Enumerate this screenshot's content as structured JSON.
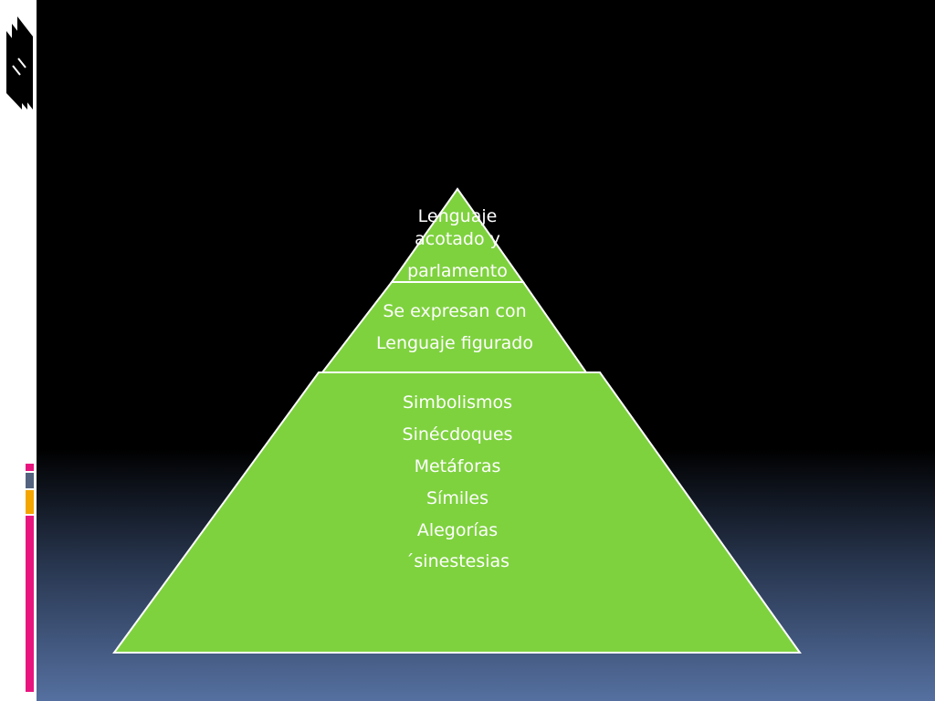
{
  "colors": {
    "background_top": "#000000",
    "background_bottom": "#5570a0",
    "pyramid_fill": "#7ed23e",
    "pyramid_stroke": "#ffffff",
    "text": "#ffffff",
    "accent_pink": "#e8157f",
    "accent_slate": "#53637f",
    "accent_gold": "#f3a500"
  },
  "decorations": {
    "logo": "stacked-pages-icon"
  },
  "pyramid": {
    "tiers": [
      {
        "lines": [
          "Lenguaje",
          "acotado y",
          "parlamento"
        ]
      },
      {
        "lines": [
          "Se expresan con",
          "Lenguaje figurado"
        ]
      },
      {
        "lines": [
          "Simbolismos",
          "Sinécdoques",
          "Metáforas",
          "Símiles",
          "Alegorías",
          "´sinestesias"
        ]
      }
    ]
  }
}
